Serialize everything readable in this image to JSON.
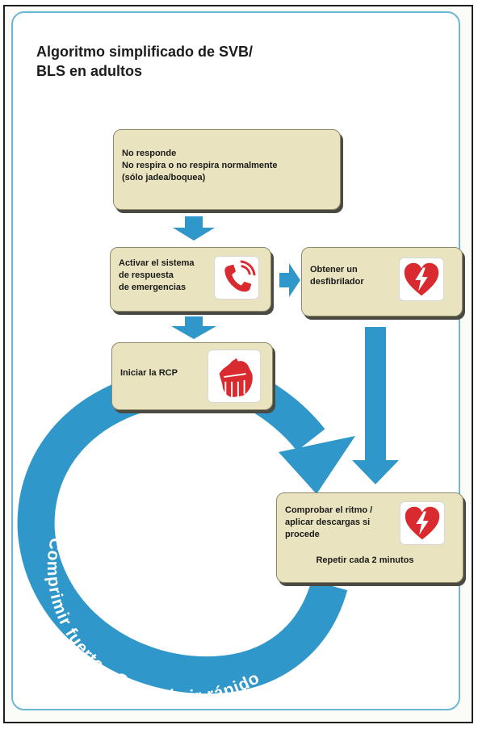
{
  "title": {
    "line1": "Algoritmo simplificado de SVB/",
    "line2": "BLS en adultos"
  },
  "steps": {
    "no_responde": {
      "line1": "No responde",
      "line2": "No respira o no respira normalmente",
      "line3": "(sólo jadea/boquea)"
    },
    "activar": {
      "line1": "Activar el sistema",
      "line2": "de respuesta",
      "line3": "de emergencias",
      "icon": "phone-icon"
    },
    "desfibrilador": {
      "line1": "Obtener un",
      "line2": "desfibrilador",
      "icon": "heart-lightning-icon"
    },
    "rcp": {
      "line1": "Iniciar la RCP",
      "icon": "hands-icon"
    },
    "ritmo": {
      "line1": "Comprobar el ritmo /",
      "line2": "aplicar descargas si",
      "line3": "procede",
      "repeat": "Repetir cada 2 minutos",
      "icon": "heart-lightning-icon"
    }
  },
  "cycle_text": "Comprimir fuerte • Comprimir rápido",
  "colors": {
    "arrow_blue": "#2f97c9",
    "box_fill": "#e9e4bf",
    "icon_red": "#d92a2f",
    "card_border": "#6ab7d6"
  }
}
